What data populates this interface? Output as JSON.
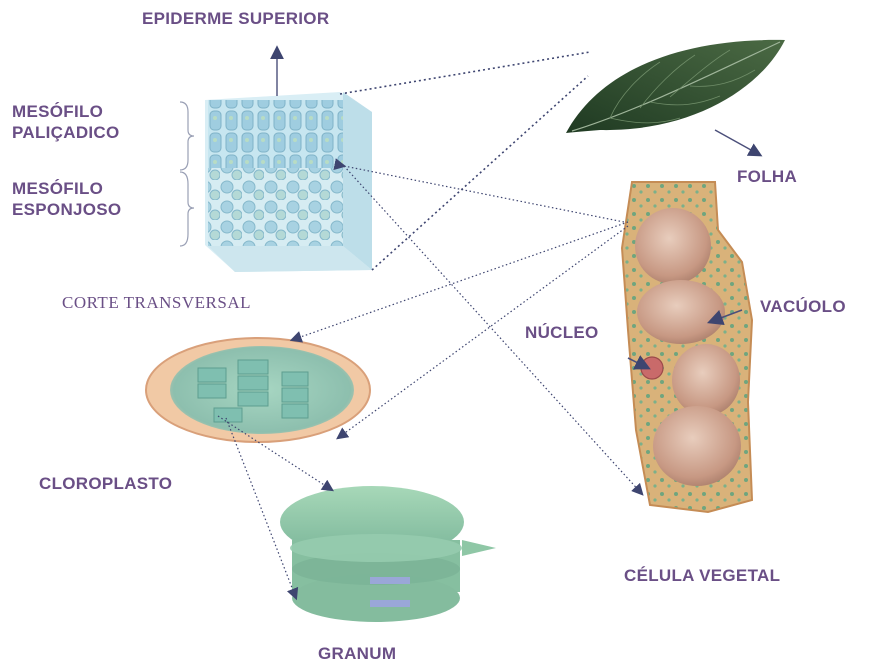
{
  "labels": {
    "epiderme": "EPIDERME SUPERIOR",
    "mesofilo_palicadico": "MESÓFILO\nPALIÇADICO",
    "mesofilo_esponjoso": "MESÓFILO\nESPONJOSO",
    "corte": "CORTE TRANSVERSAL",
    "folha": "FOLHA",
    "vacuolo": "VACÚOLO",
    "nucleo": "NÚCLEO",
    "cloroplasto": "CLOROPLASTO",
    "granum": "GRANUM",
    "celula": "CÉLULA VEGETAL"
  },
  "colors": {
    "label": "#6a4f86",
    "arrow": "#4b4f7a",
    "leaf": "#2f4b2c",
    "tissue": "#a9d4e6",
    "cell_wall": "#e6b27a",
    "vacuole": "#c89a86",
    "chloroplast": "#8fc4b0",
    "granum": "#8fc7a6"
  }
}
